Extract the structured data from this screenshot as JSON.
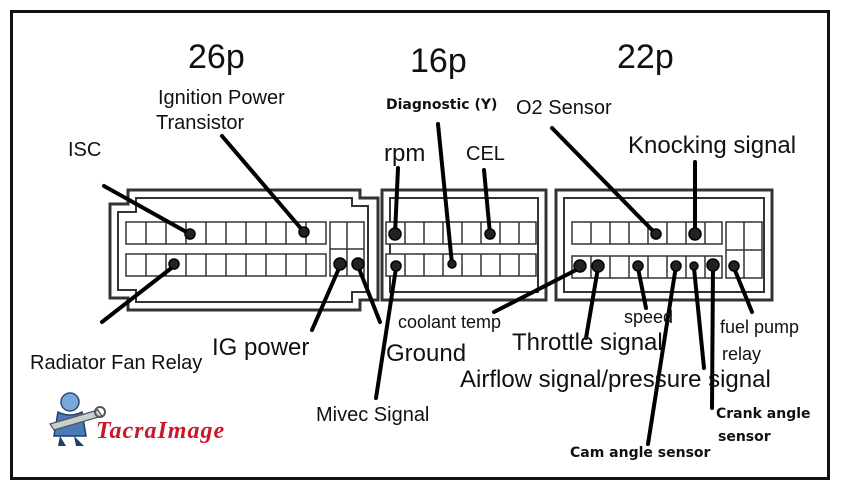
{
  "sections": {
    "left": "26p",
    "middle": "16p",
    "right": "22p"
  },
  "labels": {
    "ignition_power_transistor_1": "Ignition Power",
    "ignition_power_transistor_2": "Transistor",
    "isc": "ISC",
    "radiator_fan_relay": "Radiator Fan Relay",
    "ig_power": "IG power",
    "ground": "Ground",
    "mivec_signal": "Mivec Signal",
    "diagnostic": "Diagnostic (Y)",
    "rpm": "rpm",
    "cel": "CEL",
    "coolant_temp": "coolant temp",
    "o2_sensor": "O2 Sensor",
    "knocking_signal": "Knocking signal",
    "throttle_signal": "Throttle signal",
    "speed": "speed",
    "fuel_pump_relay_1": "fuel pump",
    "fuel_pump_relay_2": "relay",
    "airflow_signal": "Airflow signal/pressure signal",
    "crank_angle_sensor_1": "Crank angle",
    "crank_angle_sensor_2": "sensor",
    "cam_angle_sensor": "Cam angle sensor"
  },
  "logo": {
    "text": "TacraImage",
    "icon": "mechanic-with-wrench-icon",
    "color": "#c8182a"
  }
}
